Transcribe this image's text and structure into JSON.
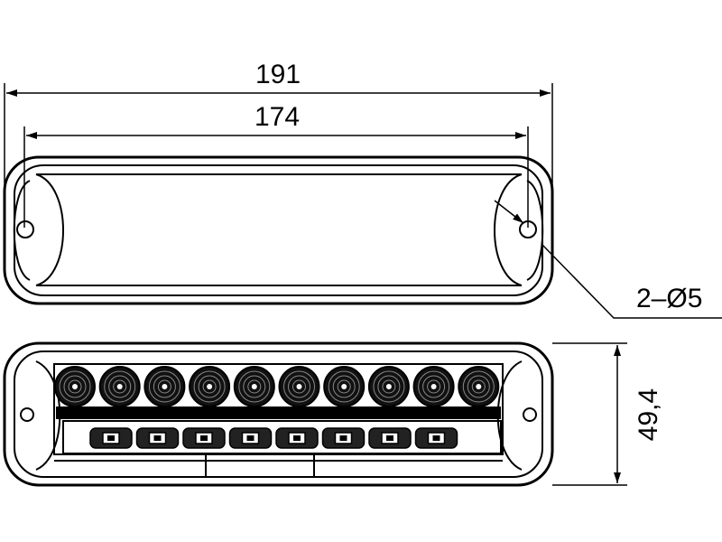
{
  "dimensions": {
    "overall_length": "191",
    "hole_spacing": "174",
    "holes": "2–Ø5",
    "height": "49,4"
  },
  "counts": {
    "leds_top_row": 10,
    "leds_bottom_row": 8
  },
  "colors": {
    "line": "#000000",
    "background": "#ffffff"
  }
}
